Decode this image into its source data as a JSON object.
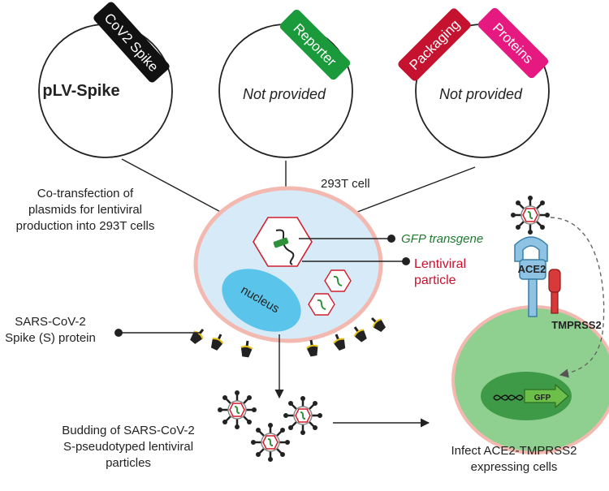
{
  "plasmids": {
    "spike": {
      "tag": "CoV2 Spike",
      "name": "pLV-Spike",
      "tag_color": "#111111"
    },
    "reporter": {
      "tag": "Reporter",
      "name": "Not provided",
      "tag_color": "#1a9a3a"
    },
    "packaging": {
      "tag_left": "Packaging",
      "tag_right": "Proteins",
      "name": "Not provided",
      "tag_left_color": "#c4122f",
      "tag_right_color": "#e5197f"
    }
  },
  "labels": {
    "cell_293t": "293T cell",
    "cotransfection": [
      "Co-transfection of",
      "plasmids for lentiviral",
      "production into 293T cells"
    ],
    "gfp_transgene": "GFP transgene",
    "lentiviral_particle": [
      "Lentiviral",
      "particle"
    ],
    "nucleus": "nucleus",
    "spike_protein": [
      "SARS-CoV-2",
      "Spike (S) protein"
    ],
    "budding": [
      "Budding of SARS-CoV-2",
      "S-pseudotyped lentiviral",
      "particles"
    ],
    "ace2": "ACE2",
    "tmprss2": "TMPRSS2",
    "gfp": "GFP",
    "infect": [
      "Infect ACE2-TMPRSS2",
      "expressing cells"
    ]
  },
  "colors": {
    "cell_fill": "#d6ebf7",
    "cell_border": "#f3b9b0",
    "nucleus": "#5bc4ea",
    "target_cell": "#8fcf8f",
    "target_border": "#f3b9b0",
    "virus_red": "#d11f2e",
    "gfp_green": "#2f8f3a",
    "spike_black": "#222222",
    "spike_yellow": "#e8c21a",
    "ace2_blue": "#8ec3e3",
    "tmprss2_red": "#d83a3a",
    "label_green": "#1f7a2f",
    "label_red": "#c8102e"
  }
}
